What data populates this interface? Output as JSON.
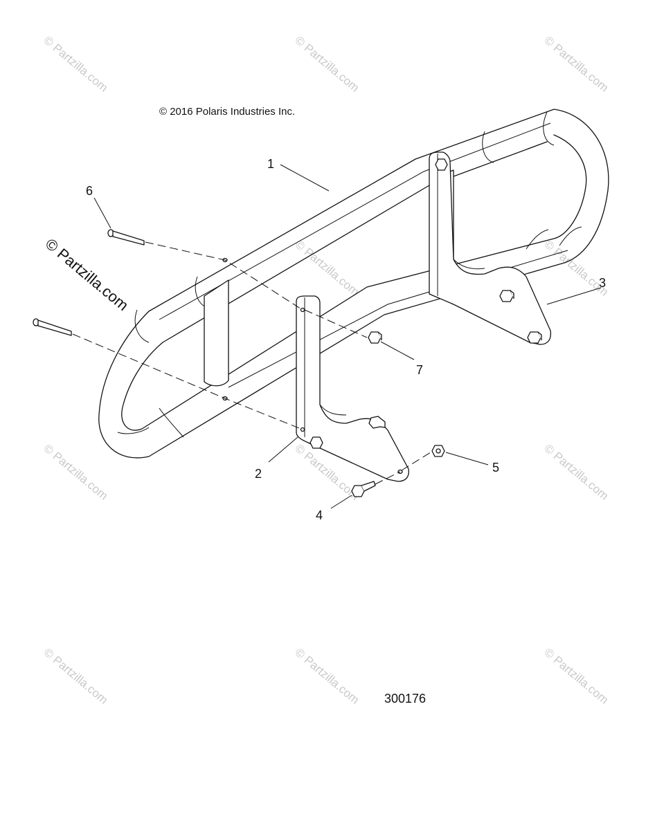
{
  "copyright": "© 2016 Polaris Industries Inc.",
  "drawing_number": "300176",
  "watermark_text": "© Partzilla.com",
  "callouts": [
    {
      "id": "callout-1",
      "text": "1"
    },
    {
      "id": "callout-2",
      "text": "2"
    },
    {
      "id": "callout-3",
      "text": "3"
    },
    {
      "id": "callout-4",
      "text": "4"
    },
    {
      "id": "callout-5",
      "text": "5"
    },
    {
      "id": "callout-6",
      "text": "6"
    },
    {
      "id": "callout-7",
      "text": "7"
    }
  ]
}
